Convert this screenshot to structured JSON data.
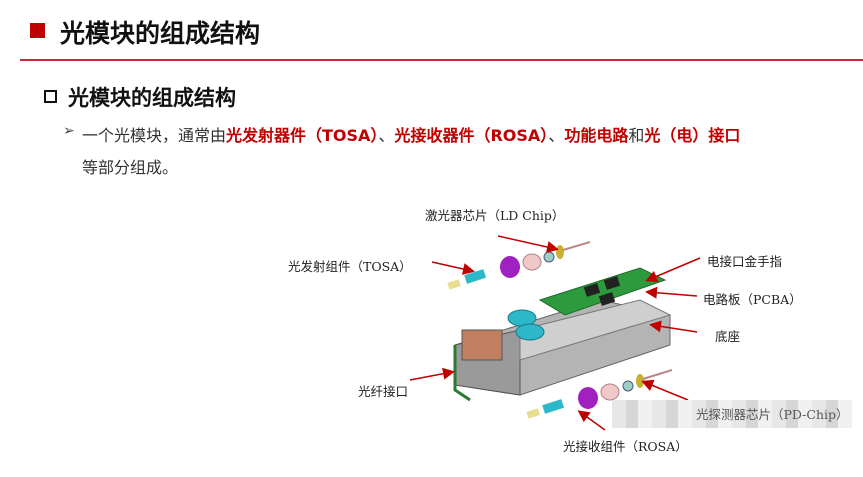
{
  "header": {
    "title": "光模块的组成结构"
  },
  "section": {
    "subtitle": "光模块的组成结构"
  },
  "body": {
    "bullet": "➢",
    "line1": [
      {
        "text": "一个光模块，通常由",
        "highlight": false
      },
      {
        "text": "光发射器件（TOSA）",
        "highlight": true
      },
      {
        "text": "、",
        "highlight": false
      },
      {
        "text": "光接收器件（ROSA）",
        "highlight": true
      },
      {
        "text": "、",
        "highlight": false
      },
      {
        "text": "功能电路",
        "highlight": true
      },
      {
        "text": "和",
        "highlight": false
      },
      {
        "text": "光（电）接口",
        "highlight": true
      }
    ],
    "line2": "等部分组成。"
  },
  "diagram": {
    "labels": {
      "ld_chip": "激光器芯片（LD Chip）",
      "tosa": "光发射组件（TOSA）",
      "gold_finger": "电接口金手指",
      "pcba": "电路板（PCBA）",
      "base": "底座",
      "fiber_port": "光纤接口",
      "pd_chip": "光探测器芯片（PD-Chip）",
      "rosa": "光接收组件（ROSA）"
    }
  },
  "colors": {
    "accent": "#c00000",
    "pcb": "#2e9a3e",
    "optic": "#2cb8c8",
    "lens": "#a020c0",
    "housing": "#a8a8a8"
  }
}
